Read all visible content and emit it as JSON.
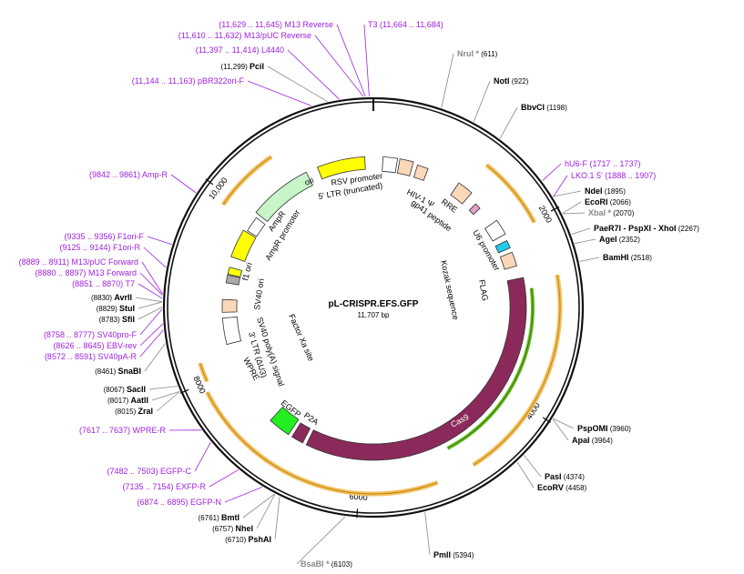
{
  "title": "pL-CRISPR.EFS.GFP",
  "length_label": "11,707 bp",
  "ticks": [
    "2000",
    "4000",
    "6000",
    "8000",
    "10,000"
  ],
  "enzymes": [
    {
      "name": "NruI *",
      "pos": "(611)",
      "gray": true
    },
    {
      "name": "NotI",
      "pos": "(922)"
    },
    {
      "name": "BbvCI",
      "pos": "(1198)"
    },
    {
      "name": "NdeI",
      "pos": "(1895)"
    },
    {
      "name": "EcoRI",
      "pos": "(2066)"
    },
    {
      "name": "XbaI *",
      "pos": "(2070)",
      "gray": true
    },
    {
      "name": "PaeR7I - PspXI - XhoI",
      "pos": "(2267)"
    },
    {
      "name": "AgeI",
      "pos": "(2352)"
    },
    {
      "name": "BamHI",
      "pos": "(2518)"
    },
    {
      "name": "PspOMI",
      "pos": "(3960)"
    },
    {
      "name": "ApaI",
      "pos": "(3964)"
    },
    {
      "name": "PasI",
      "pos": "(4374)"
    },
    {
      "name": "EcoRV",
      "pos": "(4458)"
    },
    {
      "name": "PmlI",
      "pos": "(5394)"
    },
    {
      "name": "BsaBI *",
      "pos": "(6103)",
      "gray": true
    },
    {
      "name": "PshAI",
      "pos": "(6710)"
    },
    {
      "name": "NheI",
      "pos": "(6757)"
    },
    {
      "name": "BmtI",
      "pos": "(6761)"
    },
    {
      "name": "ZraI",
      "pos": "(8015)"
    },
    {
      "name": "AatII",
      "pos": "(8017)"
    },
    {
      "name": "SacII",
      "pos": "(8067)"
    },
    {
      "name": "SnaBI",
      "pos": "(8461)"
    },
    {
      "name": "SfiI",
      "pos": "(8783)"
    },
    {
      "name": "StuI",
      "pos": "(8829)"
    },
    {
      "name": "AvrII",
      "pos": "(8830)"
    },
    {
      "name": "PciI",
      "pos": "(11,299)"
    }
  ],
  "primers": [
    {
      "name": "M13 Reverse",
      "range": "(11,629 .. 11,645)"
    },
    {
      "name": "M13/pUC Reverse",
      "range": "(11,610 .. 11,632)"
    },
    {
      "name": "L4440",
      "range": "(11,397 .. 11,414)"
    },
    {
      "name": "pBR322ori-F",
      "range": "(11,144 .. 11,163)"
    },
    {
      "name": "T3",
      "range": "(11,664 .. 11,684)"
    },
    {
      "name": "hU6-F",
      "range": "(1717 .. 1737)"
    },
    {
      "name": "LKO.1 5'",
      "range": "(1888 .. 1907)"
    },
    {
      "name": "Amp-R",
      "range": "(9842 .. 9861)"
    },
    {
      "name": "F1ori-F",
      "range": "(9335 .. 9356)"
    },
    {
      "name": "F1ori-R",
      "range": "(9125 .. 9144)"
    },
    {
      "name": "M13/pUC Forward",
      "range": "(8889 .. 8911)"
    },
    {
      "name": "M13 Forward",
      "range": "(8880 .. 8897)"
    },
    {
      "name": "T7",
      "range": "(8851 .. 8870)"
    },
    {
      "name": "SV40pro-F",
      "range": "(8758 .. 8777)"
    },
    {
      "name": "EBV-rev",
      "range": "(8626 .. 8645)"
    },
    {
      "name": "SV40pA-R",
      "range": "(8572 .. 8591)"
    },
    {
      "name": "WPRE-R",
      "range": "(7617 .. 7637)"
    },
    {
      "name": "EGFP-C",
      "range": "(7482 .. 7503)"
    },
    {
      "name": "EXFP-R",
      "range": "(7135 .. 7154)"
    },
    {
      "name": "EGFP-N",
      "range": "(6874 .. 6895)"
    }
  ],
  "features": {
    "rsv_promoter": "RSV promoter",
    "ltr5": "5' LTR (truncated)",
    "hiv": "HIV-1 Ψ",
    "rre": "RRE",
    "gp41": "gp41 peptide",
    "u6": "U6 promoter",
    "kozak": "Kozak sequence",
    "flag": "FLAG",
    "cas9": "Cas9",
    "p2a": "P2A",
    "egfp": "EGFP",
    "factor_xa": "Factor Xa site",
    "wpre": "WPRE",
    "ltr3": "3' LTR (ΔU3)",
    "sv40pa": "SV40 poly(A) signal",
    "sv40ori": "SV40 ori",
    "f1ori": "f1 ori",
    "ampr_promoter": "AmpR promoter",
    "ampr": "AmpR",
    "ori": "ori"
  },
  "colors": {
    "backbone": "#111111",
    "primer": "#a020e0",
    "cas9": "#8b2a5a",
    "egfp": "#22ee22",
    "ori": "#ffff00",
    "ampr": "#c8f5c8",
    "orange_arc": "#f5c060",
    "green_arc": "#66bb22"
  }
}
